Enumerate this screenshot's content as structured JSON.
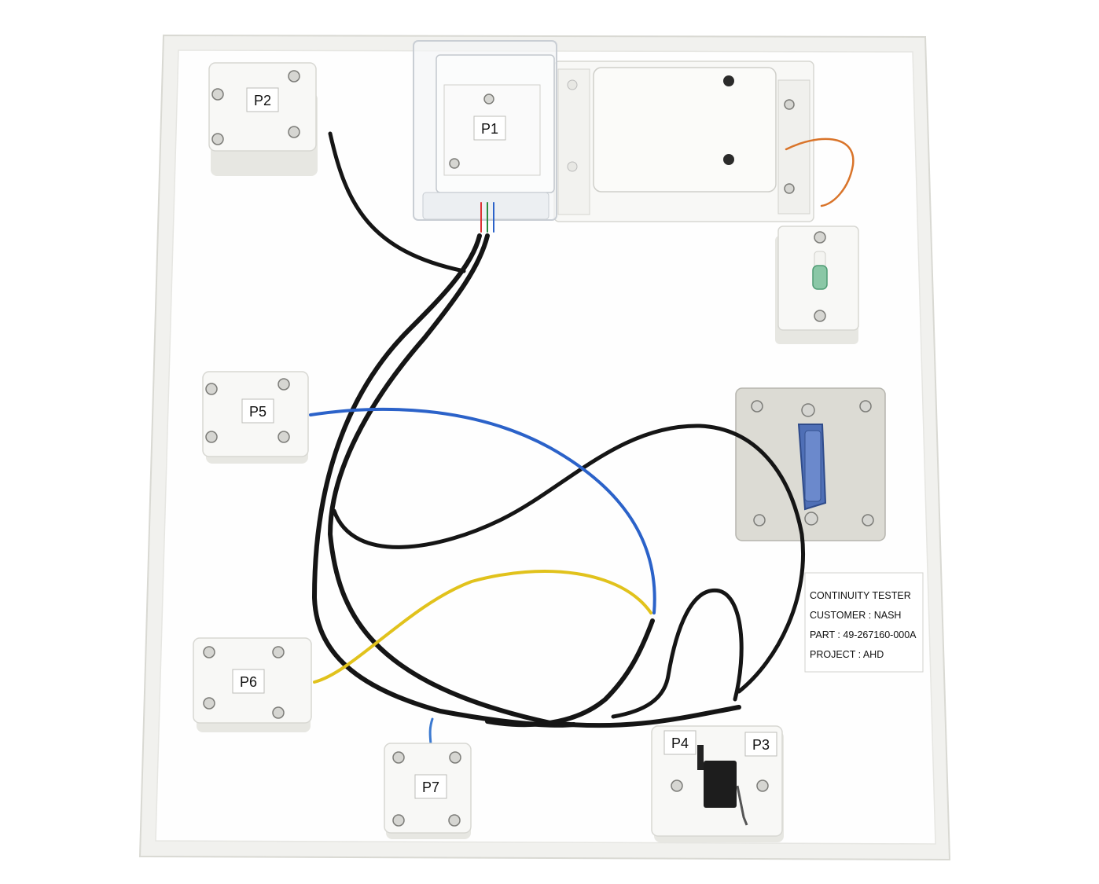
{
  "connectors": [
    {
      "id": "P1",
      "label": "P1"
    },
    {
      "id": "P2",
      "label": "P2"
    },
    {
      "id": "P3",
      "label": "P3"
    },
    {
      "id": "P4",
      "label": "P4"
    },
    {
      "id": "P5",
      "label": "P5"
    },
    {
      "id": "P6",
      "label": "P6"
    },
    {
      "id": "P7",
      "label": "P7"
    }
  ],
  "info_label": {
    "line1": "CONTINUITY TESTER",
    "line2": "CUSTOMER : NASH",
    "line3": "PART : 49-267160-000A",
    "line4": "PROJECT : AHD"
  },
  "colors": {
    "board": "#fefefe",
    "harness_black": "#151515",
    "wire_blue": "#2b62c9",
    "wire_yellow": "#e1c21c",
    "wire_orange": "#d9742a",
    "dsub_blue": "#4f6fb6"
  }
}
